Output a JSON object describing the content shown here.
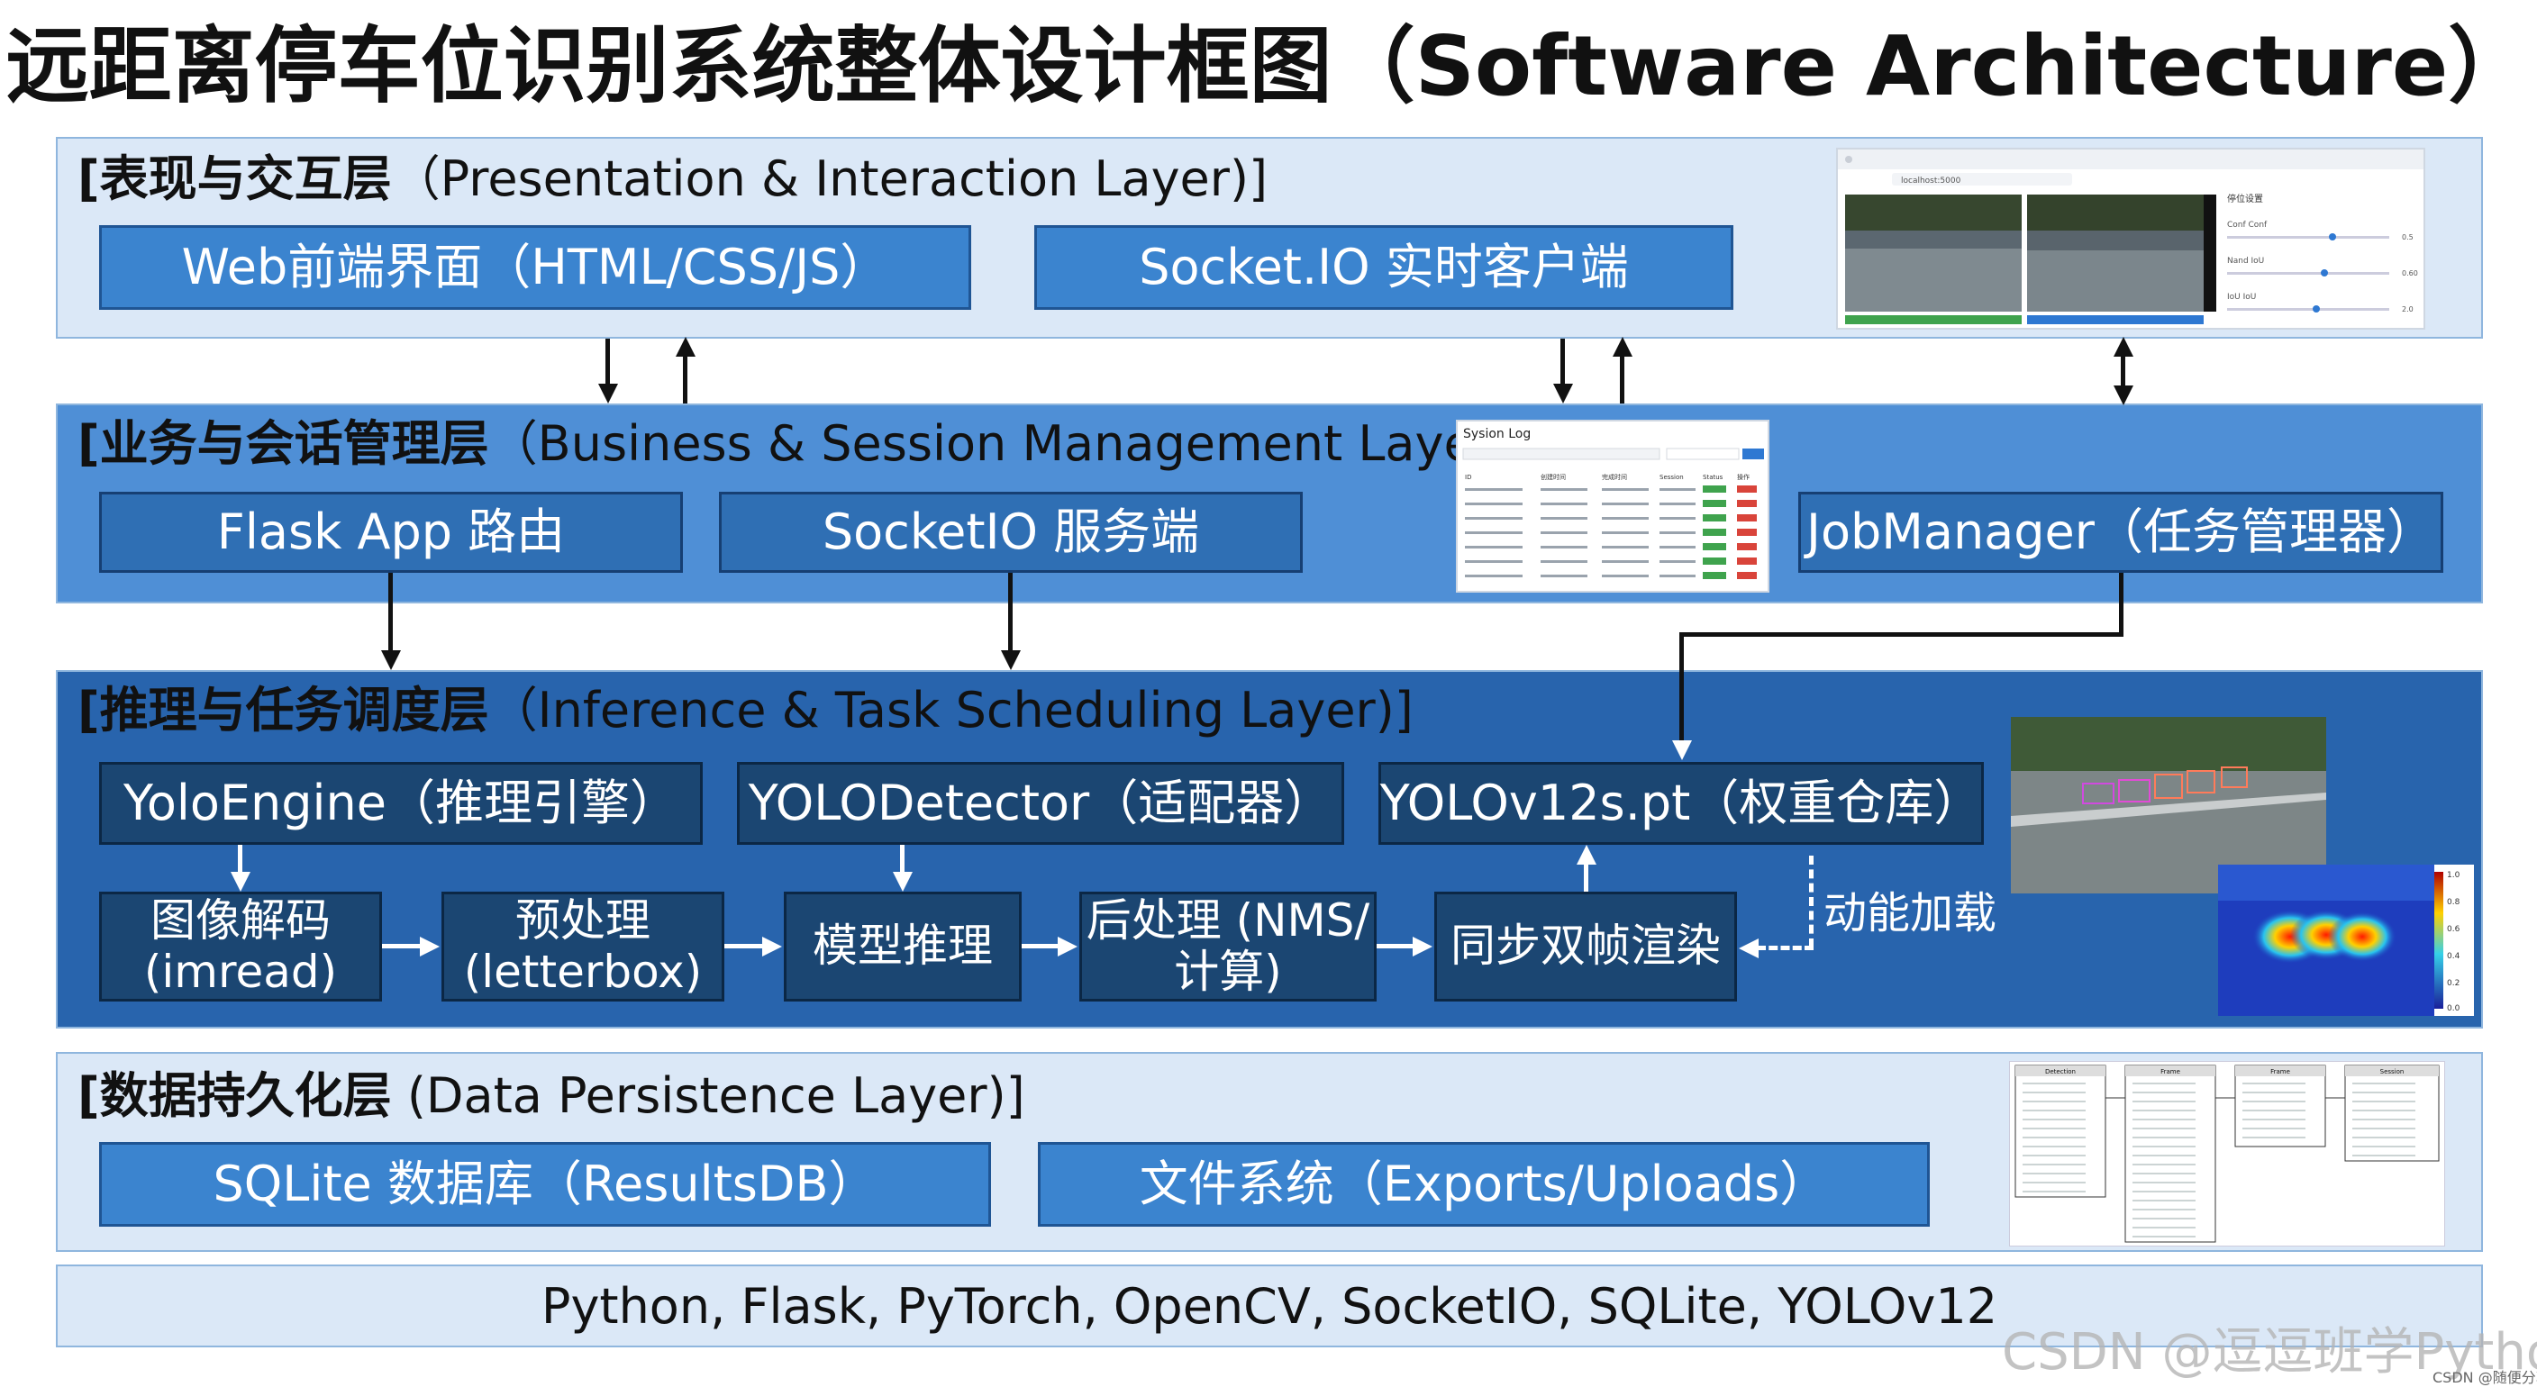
{
  "title": "远距离停车位识别系统整体设计框图（Software Architecture）",
  "layers": {
    "presentation": {
      "label_cn": "[表现与交互层",
      "label_en": "（Presentation & Interaction Layer)]",
      "boxes": [
        "Web前端界面（HTML/CSS/JS）",
        "Socket.IO 实时客户端"
      ]
    },
    "business": {
      "label_cn": "[业务与会话管理层",
      "label_en": "（Business & Session Management Layer)]",
      "boxes": [
        "Flask App 路由",
        "SocketIO 服务端",
        "JobManager（任务管理器）"
      ]
    },
    "inference": {
      "label_cn": "[推理与任务调度层",
      "label_en": "（Inference & Task Scheduling Layer)]",
      "boxes": [
        "YoloEngine（推理引擎）",
        "YOLODetector（适配器）",
        "YOLOv12s.pt（权重仓库）"
      ],
      "steps": [
        "图像解码 (imread)",
        "预处理 (letterbox)",
        "模型推理",
        "后处理 (NMS/计算)",
        "同步双帧渲染"
      ],
      "dynamic_load_label": "动能加载"
    },
    "persistence": {
      "label_cn": "[数据持久化层",
      "label_en": " (Data Persistence Layer)]",
      "boxes": [
        "SQLite 数据库（ResultsDB）",
        "文件系统（Exports/Uploads）"
      ]
    }
  },
  "tech_stack": "Python, Flask, PyTorch, OpenCV, SocketIO, SQLite, YOLOv12",
  "thumbnails": {
    "ui_screenshot": {
      "url_text": "localhost:5000",
      "panel_title": "停位设置",
      "sliders": [
        {
          "label": "Conf Conf",
          "value_text": "0.5",
          "level": 0.65
        },
        {
          "label": "Nand IoU",
          "value_text": "0.60",
          "level": 0.6
        },
        {
          "label": "IoU IoU",
          "value_text": "2.0",
          "level": 0.55
        }
      ]
    },
    "session_log": {
      "title": "Sysion Log",
      "columns": [
        "ID",
        "创建时间",
        "完成时间",
        "Session",
        "Status",
        "操作"
      ],
      "row_count": 7
    },
    "heatmap_scale": [
      "1.0",
      "0.8",
      "0.6",
      "0.4",
      "0.2",
      "0.0"
    ],
    "er_tables": [
      "Detection",
      "Frame",
      "Frame",
      "Session"
    ]
  },
  "watermark": "CSDN @逗逗班学Python",
  "credit": "CSDN @随便分享",
  "colors": {
    "layer_light": "#dbe8f7",
    "layer_mid": "#4f8fd6",
    "layer_dark": "#2864ad",
    "box_light": "#3b84cf",
    "box_dark": "#1b4672"
  }
}
